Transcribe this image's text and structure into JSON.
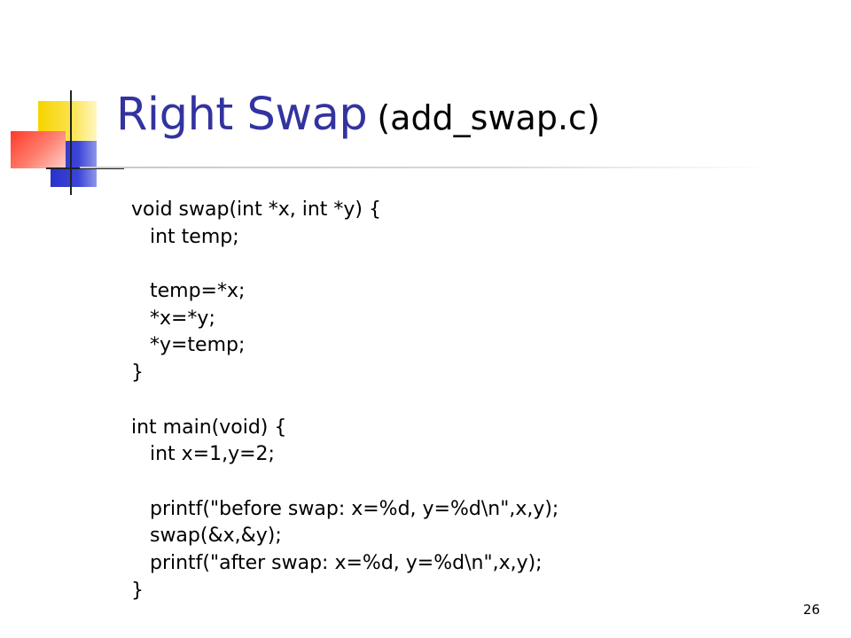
{
  "slide": {
    "title": "Right Swap",
    "title_suffix": "(add_swap.c)",
    "code_lines": [
      "void swap(int *x, int *y) {",
      "   int temp;",
      "",
      "   temp=*x;",
      "   *x=*y;",
      "   *y=temp;",
      "}",
      "",
      "int main(void) {",
      "   int x=1,y=2;",
      "",
      "   printf(\"before swap: x=%d, y=%d\\n\",x,y);",
      "   swap(&x,&y);",
      "   printf(\"after swap: x=%d, y=%d\\n\",x,y);",
      "}"
    ],
    "page_number": "26"
  },
  "colors": {
    "title": "#3333a0",
    "logo_yellow": "#f7d400",
    "logo_blue": "#2a33c8",
    "logo_red": "#ff3a2a"
  }
}
